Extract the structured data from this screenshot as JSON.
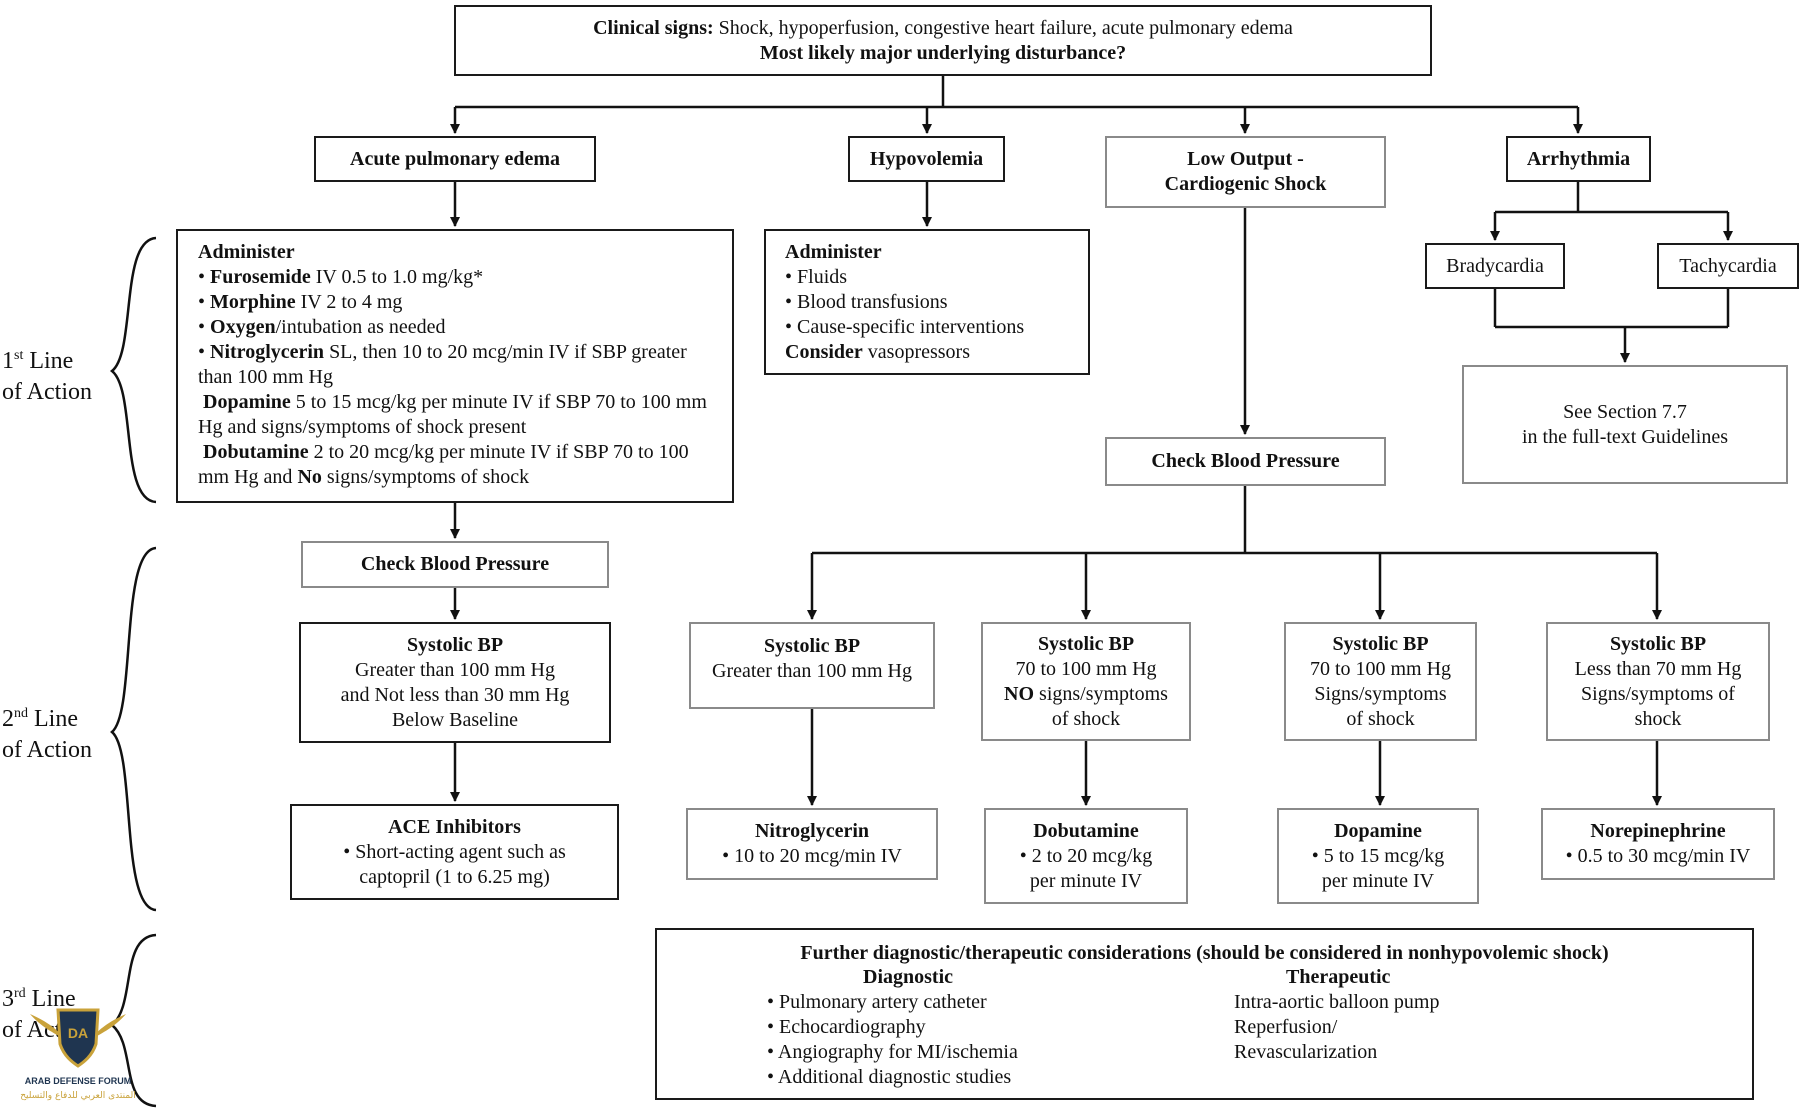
{
  "top": {
    "clinical_label": "Clinical signs:",
    "clinical_text": "Shock, hypoperfusion, congestive heart failure, acute pulmonary edema",
    "question": "Most likely major underlying disturbance?"
  },
  "branches": {
    "ape": "Acute pulmonary edema",
    "hypovolemia": "Hypovolemia",
    "low_output_1": "Low Output -",
    "low_output_2": "Cardiogenic Shock",
    "arrhythmia": "Arrhythmia",
    "bradycardia": "Bradycardia",
    "tachycardia": "Tachycardia"
  },
  "ape_admin": {
    "heading": "Administer",
    "furosemide_b": "Furosemide",
    "furosemide_t": " IV 0.5 to 1.0 mg/kg*",
    "morphine_b": "Morphine",
    "morphine_t": " IV 2 to 4 mg",
    "oxygen_b": "Oxygen",
    "oxygen_t": "/intubation as needed",
    "ntg_b": "Nitroglycerin",
    "ntg_t": " SL, then 10 to 20 mcg/min IV if SBP greater than 100 mm Hg",
    "dopamine_b": "Dopamine",
    "dopamine_t": " 5 to 15 mcg/kg per minute IV if SBP 70 to 100 mm Hg and signs/symptoms of shock present",
    "dobutamine_b": "Dobutamine",
    "dobutamine_t1": " 2 to 20 mcg/kg per minute IV if SBP 70 to 100 mm Hg and ",
    "dobutamine_no": "No",
    "dobutamine_t2": " signs/symptoms of shock"
  },
  "hypo_admin": {
    "heading": "Administer",
    "items": [
      "Fluids",
      "Blood transfusions",
      "Cause-specific interventions"
    ],
    "consider_b": "Consider",
    "consider_t": " vasopressors"
  },
  "see_section": {
    "line1": "See Section 7.7",
    "line2": "in the full-text Guidelines"
  },
  "check_bp": "Check Blood Pressure",
  "sbp_left": {
    "title": "Systolic BP",
    "line1": "Greater than 100 mm Hg",
    "line2": "and Not less than 30 mm Hg",
    "line3": "Below Baseline"
  },
  "ace": {
    "title": "ACE Inhibitors",
    "line1": "• Short-acting agent such as",
    "line2": "captopril (1 to 6.25 mg)"
  },
  "sbp": {
    "s1": {
      "title": "Systolic BP",
      "line1": "Greater than 100 mm Hg"
    },
    "s2": {
      "title": "Systolic BP",
      "line1": "70 to 100 mm Hg",
      "line2_b": "NO",
      "line2_t": " signs/symptoms",
      "line3": "of shock"
    },
    "s3": {
      "title": "Systolic BP",
      "line1": "70 to 100 mm Hg",
      "line2": "Signs/symptoms",
      "line3": "of shock"
    },
    "s4": {
      "title": "Systolic BP",
      "line1": "Less than 70 mm Hg",
      "line2": "Signs/symptoms of",
      "line3": "shock"
    }
  },
  "drugs": {
    "ntg": {
      "title": "Nitroglycerin",
      "line1": "• 10 to 20 mcg/min IV"
    },
    "dobu": {
      "title": "Dobutamine",
      "line1": "• 2 to 20 mcg/kg",
      "line2": "per minute IV"
    },
    "dopa": {
      "title": "Dopamine",
      "line1": "• 5 to 15 mcg/kg",
      "line2": "per minute IV"
    },
    "norepi": {
      "title": "Norepinephrine",
      "line1": "• 0.5 to 30 mcg/min IV"
    }
  },
  "further": {
    "title": "Further diagnostic/therapeutic considerations (should be considered in nonhypovolemic shock)",
    "diagnostic_heading": "Diagnostic",
    "diagnostic_items": [
      "• Pulmonary artery catheter",
      "• Echocardiography",
      "• Angiography for MI/ischemia",
      "• Additional diagnostic studies"
    ],
    "therapeutic_heading": "Therapeutic",
    "therapeutic_items": [
      "Intra-aortic balloon pump",
      "Reperfusion/",
      "Revascularization"
    ]
  },
  "side_labels": {
    "first_ord": "1",
    "first_sup": "st",
    "first_rest": " Line",
    "first_line2": "of Action",
    "second_ord": "2",
    "second_sup": "nd",
    "second_rest": " Line",
    "second_line2": "of Action",
    "third_ord": "3",
    "third_sup": "rd",
    "third_rest": " Line",
    "third_line2": "of Action"
  },
  "watermark": {
    "initials": "DA",
    "name_en": "ARAB DEFENSE FORUM",
    "name_ar": "المنتدى العربي للدفاع والتسليح",
    "color": "#c9a23a"
  }
}
